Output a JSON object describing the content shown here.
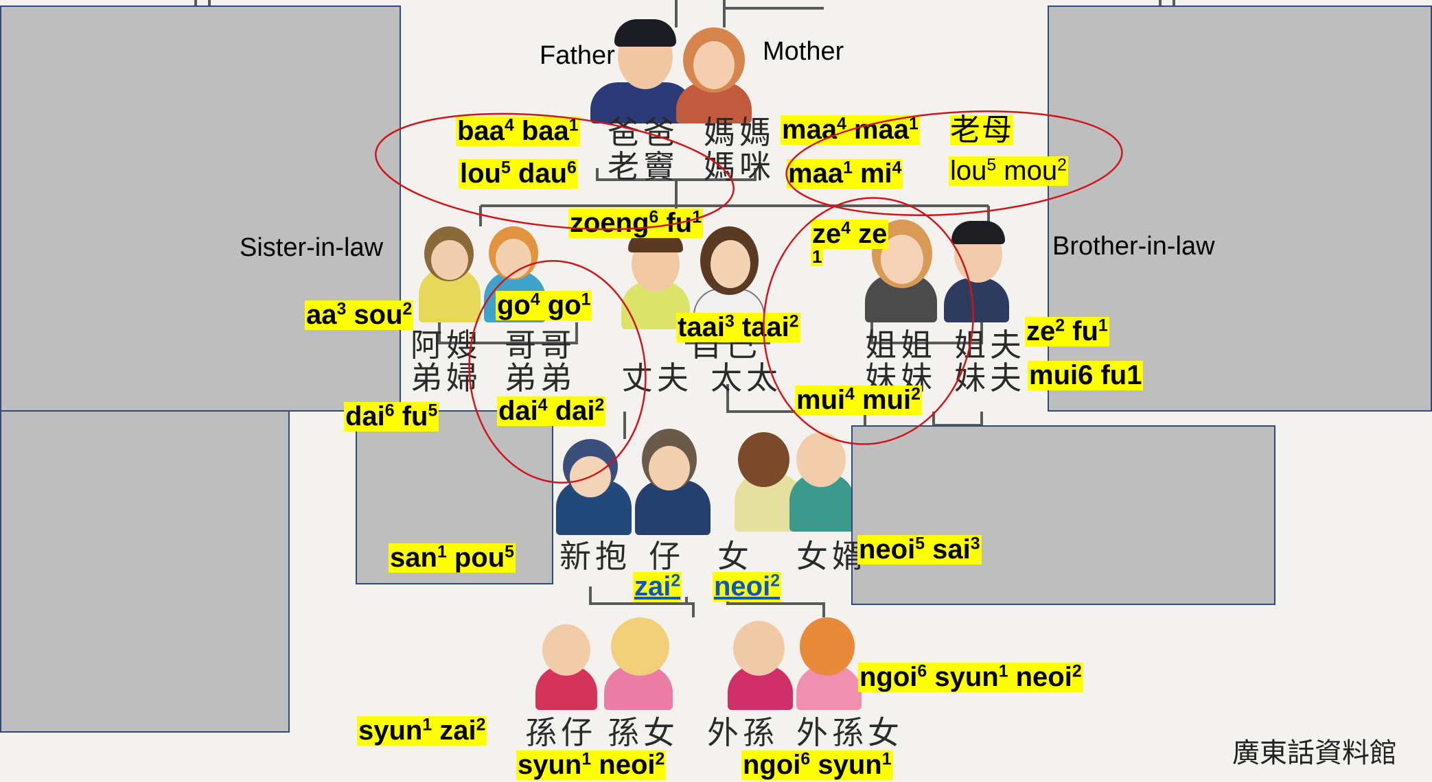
{
  "labels": {
    "father": "Father",
    "mother": "Mother",
    "sister_in_law": "Sister-in-law",
    "brother_in_law": "Brother-in-law"
  },
  "romanizations": {
    "baa_baa": [
      "baa",
      "4",
      " baa",
      "1"
    ],
    "lou_dau": [
      "lou",
      "5",
      " dau",
      "6"
    ],
    "maa_maa": [
      "maa",
      "4",
      " maa",
      "1"
    ],
    "maa_mi": [
      "maa",
      "1",
      " mi",
      "4"
    ],
    "lou_mou_hanzi": "老母",
    "lou_mou": [
      "lou",
      "5",
      " mou",
      "2"
    ],
    "zoeng_fu": [
      "zoeng",
      "6",
      " fu",
      "1"
    ],
    "ze_ze_line1": [
      "ze",
      "4",
      " ze"
    ],
    "ze_ze_line2": "1",
    "aa_sou": [
      "aa",
      "3",
      " sou",
      "2"
    ],
    "go_go": [
      "go",
      "4",
      " go",
      "1"
    ],
    "taai_taai": [
      "taai",
      "3",
      " taai",
      "2"
    ],
    "ze_fu": [
      "ze",
      "2",
      " fu",
      "1"
    ],
    "mui_fu": "mui6 fu1",
    "mui_mui": [
      "mui",
      "4",
      " mui",
      "2"
    ],
    "dai_fu": [
      "dai",
      "6",
      " fu",
      "5"
    ],
    "dai_dai": [
      "dai",
      "4",
      " dai",
      "2"
    ],
    "san_pou": [
      "san",
      "1",
      " pou",
      "5"
    ],
    "neoi_sai": [
      "neoi",
      "5",
      " sai",
      "3"
    ],
    "zai": [
      "zai",
      "2"
    ],
    "neoi": [
      "neoi",
      "2"
    ],
    "ngoi_syun_neoi": [
      "ngoi",
      "6",
      " syun",
      "1",
      " neoi",
      "2"
    ],
    "syun_zai": [
      "syun",
      "1",
      " zai",
      "2"
    ],
    "syun_neoi": [
      "syun",
      "1",
      " neoi",
      "2"
    ],
    "ngoi_syun": [
      "ngoi",
      "6",
      " syun",
      "1"
    ]
  },
  "chinese": {
    "ba_ba": "爸爸",
    "ma_ma": "媽媽",
    "lou_dau": "老竇",
    "ma_mi": "媽咪",
    "a_sou": "阿嫂",
    "go_go": "哥哥",
    "dai_fu": "弟婦",
    "dai_dai": "弟弟",
    "zi_gei": "自己",
    "zoeng_fu": "丈夫",
    "taai_taai": "太太",
    "ze_ze": "姐姐",
    "ze_fu": "姐夫",
    "mui_mui": "妹妹",
    "mui_fu": "妹夫",
    "san_pou_zai": "新抱",
    "zai": "仔",
    "neoi": "女",
    "neoi_sai": "女婿",
    "syun_zai": "孫仔",
    "syun_neoi": "孫女",
    "ngoi_syun": "外孫",
    "ngoi_syun_neoi": "外孫女"
  },
  "watermark": "廣東話資料館",
  "colors": {
    "highlight": "#ffff00",
    "circle": "#d0141a",
    "box_fill": "#bebebe",
    "box_border": "#33497a",
    "tree_line": "#555555",
    "link": "#0b55c4"
  }
}
